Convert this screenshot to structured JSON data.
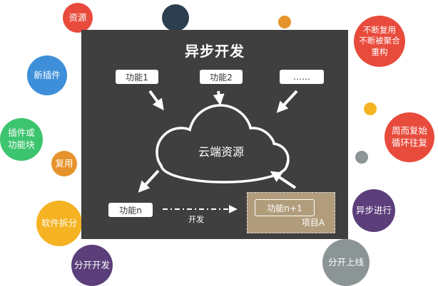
{
  "title": "异步开发",
  "boxes": {
    "func1": "功能1",
    "func2": "功能2",
    "ellipsis": "……",
    "funcn": "功能n",
    "funcn1": "功能n+1"
  },
  "cloud_label": "云端资源",
  "dev_label": "开发",
  "project_label": "项目A",
  "bubbles": {
    "resources": "资源",
    "new_plugin": "新插件",
    "plugin_or_module": "插件或\n功能块",
    "reuse": "复用",
    "software_split": "软件拆分",
    "split_develop": "分开开发",
    "refactor": "不断复用\n不断被聚合\n重构",
    "cycle": "周而复始\n循环往复",
    "async_go": "异步进行",
    "split_launch": "分开上线"
  },
  "colors": {
    "board": "#3f3f3f",
    "red": "#e84b3c",
    "dark_navy": "#2c3e50",
    "blue": "#3d8fd9",
    "green": "#3dc46e",
    "orange": "#e6932c",
    "yellow": "#f5b323",
    "purple": "#5b3e7a",
    "gray": "#8c9596",
    "project": "#b19d7c"
  }
}
